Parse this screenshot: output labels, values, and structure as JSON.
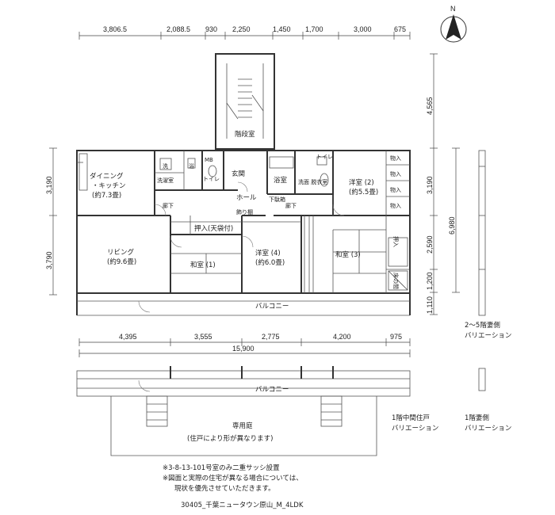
{
  "north": "N",
  "dims_top": [
    "3,806.5",
    "2,088.5",
    "930",
    "2,250",
    "1,450",
    "1,700",
    "3,000",
    "675"
  ],
  "dims_bottom": [
    "4,395",
    "3,555",
    "2,775",
    "4,200",
    "975"
  ],
  "dim_total": "15,900",
  "dims_left": [
    "3,190",
    "3,790"
  ],
  "dims_right_a": [
    "4,565",
    "3,190",
    "2,590",
    "1,200",
    "1,110"
  ],
  "dim_right_b": "6,980",
  "rooms": {
    "dining": "ダイニング",
    "kitchen": "・キッチン",
    "dining_size": "(約7.3畳)",
    "wash": "洗",
    "laundry": "洗濯室",
    "bath_box": "浴",
    "mb": "MB",
    "toilet": "トイレ",
    "stairs": "階段室",
    "entrance": "玄関",
    "hall": "ホール",
    "bath": "浴室",
    "washroom": "洗面\n脱衣室",
    "toilet2": "トイレ",
    "western2": "洋室 (2)",
    "western2_size": "(約5.5畳)",
    "storage": "物入",
    "corridor1": "廊下",
    "corridor2": "廊下",
    "shelf": "飾り棚",
    "shoe": "下駄箱",
    "closet_ceiling": "押入(天袋付)",
    "living": "リビング",
    "living_size": "(約9.6畳)",
    "japanese1": "和室 (1)",
    "western4": "洋室 (4)",
    "western4_size": "(約6.0畳)",
    "japanese3": "和室 (3)",
    "closet": "押入",
    "alcove": "床の間"
  },
  "balcony": "バルコニー",
  "balcony2": "バルコニー",
  "garden": "専用庭",
  "garden_note": "(住戸により形が異なります)",
  "variation_upper": [
    "2～5階妻側",
    "バリエーション"
  ],
  "variation_ground_mid": [
    "1階中間住戸",
    "バリエーション"
  ],
  "variation_ground_end": [
    "1階妻側",
    "バリエーション"
  ],
  "notes": [
    "※3-8-13-101号室のみ二重サッシ設置",
    "※図面と実際の住宅が異なる場合については、",
    "現状を優先させていただきます。"
  ],
  "footer": "30405_千葉ニュータウン原山_M_4LDK",
  "colors": {
    "line": "#333333",
    "text": "#222222",
    "background": "#ffffff"
  },
  "icons": [
    "north-arrow-icon",
    "door-swing-icon",
    "stair-icon"
  ]
}
